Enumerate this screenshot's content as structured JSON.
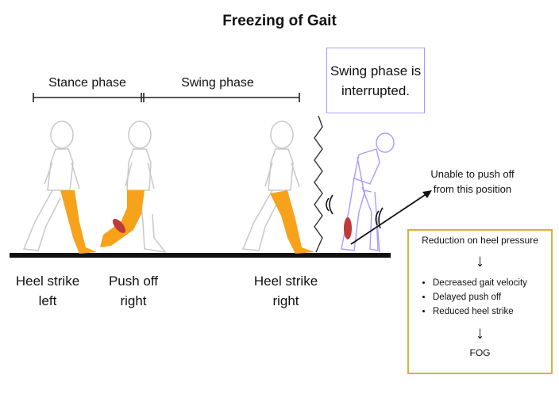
{
  "title": "Freezing of Gait",
  "phases": {
    "stance": "Stance phase",
    "swing": "Swing phase"
  },
  "callout": [
    "Swing phase is",
    "interrupted."
  ],
  "labels": {
    "heel_left": [
      "Heel strike",
      "left"
    ],
    "push_right": [
      "Push off",
      "right"
    ],
    "heel_right": [
      "Heel strike",
      "right"
    ]
  },
  "push_note": [
    "Unable to push off",
    "from this position"
  ],
  "box": {
    "heading": "Reduction on heel pressure",
    "items": [
      "Decreased gait velocity",
      "Delayed push off",
      "Reduced heel strike"
    ],
    "result": "FOG"
  },
  "colors": {
    "leg": "#f7a21b",
    "muscle": "#c0393b",
    "elder": "#a99bff",
    "box_border": "#d9b23c",
    "outline": "#c8c8c8"
  }
}
